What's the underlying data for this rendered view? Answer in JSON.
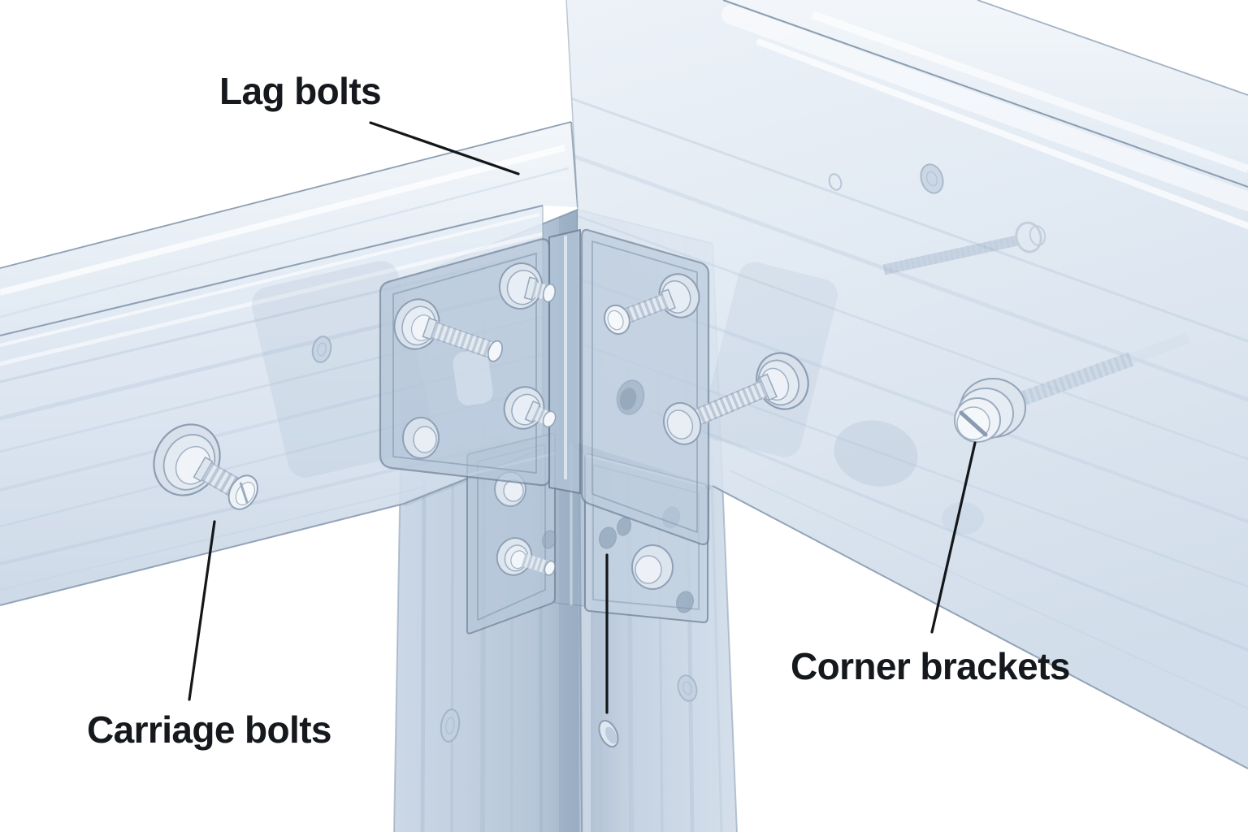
{
  "figure": {
    "kind": "labeled technical illustration",
    "subject": "Corner joint of a translucent wooden frame showing fastening hardware",
    "background_color": "#ffffff"
  },
  "labels": {
    "lag_bolts": "Lag bolts",
    "carriage_bolts": "Carriage bolts",
    "corner_brackets": "Corner brackets"
  },
  "annotations": [
    {
      "text": "Lag bolts",
      "leader_from": [
        456,
        151
      ],
      "leader_to": [
        638,
        214
      ],
      "points_at": "seam on top of the rails at the corner"
    },
    {
      "text": "Carriage bolts",
      "leader_from": [
        264,
        642
      ],
      "leader_to": [
        233,
        861
      ],
      "points_at": "carriage bolt head on the left rail"
    },
    {
      "text": "Corner brackets",
      "leader_from": [
        1200,
        545
      ],
      "leader_to": [
        1147,
        778
      ],
      "points_at": "screw head on the right rail"
    },
    {
      "text": "",
      "leader_from": [
        747,
        683
      ],
      "leader_to": [
        747,
        877
      ],
      "points_at": "hole in lower corner-bracket plate"
    }
  ],
  "parts": [
    "left-rail",
    "right-rail",
    "corner-post",
    "corner-bracket-upper-left-wing",
    "corner-bracket-upper-right-wing",
    "corner-bracket-lower-left-plate",
    "corner-bracket-lower-right-plate",
    "carriage-bolt-on-left-rail",
    "carriage-bolt-on-bracket",
    "lag-bolt-top",
    "lag-bolt-bottom",
    "lag-screw-right-wing",
    "through-bolt-right",
    "screw-head-on-right-rail",
    "ghost-screw-in-right-rail",
    "wood-knots",
    "bracket-holes"
  ],
  "colors": {
    "background": "#ffffff",
    "rail_tint_light": "#e8eef6",
    "rail_tint_dark": "#ccd8e7",
    "post_tint": "#c2cfdf",
    "bracket_tint": "#b5c6d9",
    "hardware_tint": "#eef2f7",
    "outline": "#8093a8",
    "label_text": "#15181c",
    "leader_line": "#14171a"
  }
}
